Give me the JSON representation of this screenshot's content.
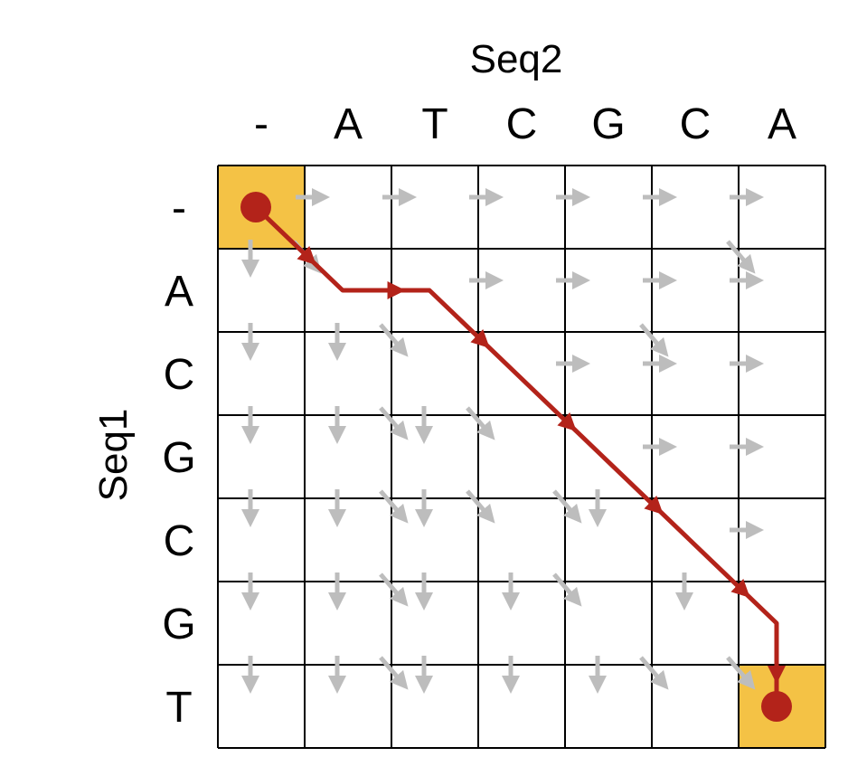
{
  "labels": {
    "seq2_title": "Seq2",
    "seq1_title": "Seq1"
  },
  "seq2": [
    "-",
    "A",
    "T",
    "C",
    "G",
    "C",
    "A"
  ],
  "seq1": [
    "-",
    "A",
    "C",
    "G",
    "C",
    "G",
    "T"
  ],
  "colors": {
    "grid": "#000000",
    "highlight": "#F4C245",
    "path": "#B3231A",
    "arrow": "#BDBDBD",
    "endpoint": "#B3231A"
  },
  "highlighted_cells": [
    [
      0,
      0
    ],
    [
      6,
      6
    ]
  ],
  "gray_arrows": [
    {
      "r": 0,
      "c": 1,
      "d": "right"
    },
    {
      "r": 0,
      "c": 2,
      "d": "right"
    },
    {
      "r": 0,
      "c": 3,
      "d": "right"
    },
    {
      "r": 0,
      "c": 4,
      "d": "right"
    },
    {
      "r": 0,
      "c": 5,
      "d": "right"
    },
    {
      "r": 0,
      "c": 6,
      "d": "right"
    },
    {
      "r": 1,
      "c": 0,
      "d": "down"
    },
    {
      "r": 1,
      "c": 1,
      "d": "diag"
    },
    {
      "r": 1,
      "c": 3,
      "d": "right"
    },
    {
      "r": 1,
      "c": 4,
      "d": "right"
    },
    {
      "r": 1,
      "c": 5,
      "d": "right"
    },
    {
      "r": 1,
      "c": 6,
      "d": "right"
    },
    {
      "r": 1,
      "c": 6,
      "d": "diag"
    },
    {
      "r": 2,
      "c": 0,
      "d": "down"
    },
    {
      "r": 2,
      "c": 1,
      "d": "down"
    },
    {
      "r": 2,
      "c": 2,
      "d": "diag"
    },
    {
      "r": 2,
      "c": 4,
      "d": "right"
    },
    {
      "r": 2,
      "c": 5,
      "d": "right"
    },
    {
      "r": 2,
      "c": 5,
      "d": "diag"
    },
    {
      "r": 2,
      "c": 6,
      "d": "right"
    },
    {
      "r": 3,
      "c": 0,
      "d": "down"
    },
    {
      "r": 3,
      "c": 1,
      "d": "down"
    },
    {
      "r": 3,
      "c": 2,
      "d": "down"
    },
    {
      "r": 3,
      "c": 2,
      "d": "diag"
    },
    {
      "r": 3,
      "c": 3,
      "d": "diag"
    },
    {
      "r": 3,
      "c": 5,
      "d": "right"
    },
    {
      "r": 3,
      "c": 6,
      "d": "right"
    },
    {
      "r": 4,
      "c": 0,
      "d": "down"
    },
    {
      "r": 4,
      "c": 1,
      "d": "down"
    },
    {
      "r": 4,
      "c": 2,
      "d": "down"
    },
    {
      "r": 4,
      "c": 2,
      "d": "diag"
    },
    {
      "r": 4,
      "c": 3,
      "d": "diag"
    },
    {
      "r": 4,
      "c": 4,
      "d": "down"
    },
    {
      "r": 4,
      "c": 4,
      "d": "diag"
    },
    {
      "r": 4,
      "c": 6,
      "d": "right"
    },
    {
      "r": 5,
      "c": 0,
      "d": "down"
    },
    {
      "r": 5,
      "c": 1,
      "d": "down"
    },
    {
      "r": 5,
      "c": 2,
      "d": "down"
    },
    {
      "r": 5,
      "c": 2,
      "d": "diag"
    },
    {
      "r": 5,
      "c": 3,
      "d": "down"
    },
    {
      "r": 5,
      "c": 4,
      "d": "diag"
    },
    {
      "r": 5,
      "c": 5,
      "d": "down"
    },
    {
      "r": 6,
      "c": 0,
      "d": "down"
    },
    {
      "r": 6,
      "c": 1,
      "d": "down"
    },
    {
      "r": 6,
      "c": 2,
      "d": "down"
    },
    {
      "r": 6,
      "c": 2,
      "d": "diag"
    },
    {
      "r": 6,
      "c": 3,
      "d": "down"
    },
    {
      "r": 6,
      "c": 4,
      "d": "down"
    },
    {
      "r": 6,
      "c": 5,
      "d": "diag"
    },
    {
      "r": 6,
      "c": 6,
      "d": "diag"
    }
  ],
  "path": [
    [
      0,
      0
    ],
    [
      1,
      1
    ],
    [
      1,
      2
    ],
    [
      2,
      3
    ],
    [
      3,
      4
    ],
    [
      4,
      5
    ],
    [
      5,
      6
    ],
    [
      6,
      6
    ]
  ]
}
